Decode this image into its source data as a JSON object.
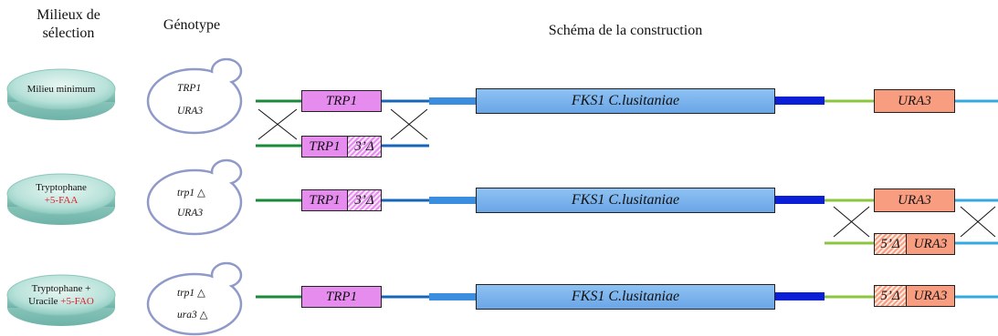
{
  "headers": {
    "media": "Milieux de\nsélection",
    "genotype": "Génotype",
    "schema": "Schéma de la construction"
  },
  "rows": [
    {
      "medium_parts": [
        {
          "text": "Milieu minimum",
          "red": false
        }
      ],
      "genotype_lines": [
        "TRP1",
        "URA3"
      ]
    },
    {
      "medium_parts": [
        {
          "text": "Tryptophane",
          "red": false
        },
        {
          "text": "+5-FAA",
          "red": true
        }
      ],
      "genotype_lines": [
        "trp1 △",
        "URA3"
      ]
    },
    {
      "medium_parts": [
        {
          "text": "Tryptophane +",
          "red": false
        },
        {
          "text": "Uracile ",
          "red": false,
          "inline": true
        },
        {
          "text": "+5-FAO",
          "red": true,
          "inline": true
        }
      ],
      "genotype_lines": [
        "trp1 △",
        "ura3 △"
      ]
    }
  ],
  "labels": {
    "trp1": "TRP1",
    "ura3": "URA3",
    "fks1": "FKS1 C.lusitaniae",
    "del3": "3’Δ",
    "del5": "5’Δ"
  },
  "colors": {
    "trp1_box": "#e68cef",
    "ura3_box": "#f89d80",
    "fks1_box": "#7fb5ee",
    "line_green": "#1a8a3a",
    "line_blue": "#1565b8",
    "line_light_green": "#8cc63f",
    "line_cyan": "#33a9e0",
    "dark_blue": "#0a1fd6",
    "med_blue": "#3b8de0",
    "dish": "#a8d8d0",
    "medium_text_red": "#e0202a"
  }
}
